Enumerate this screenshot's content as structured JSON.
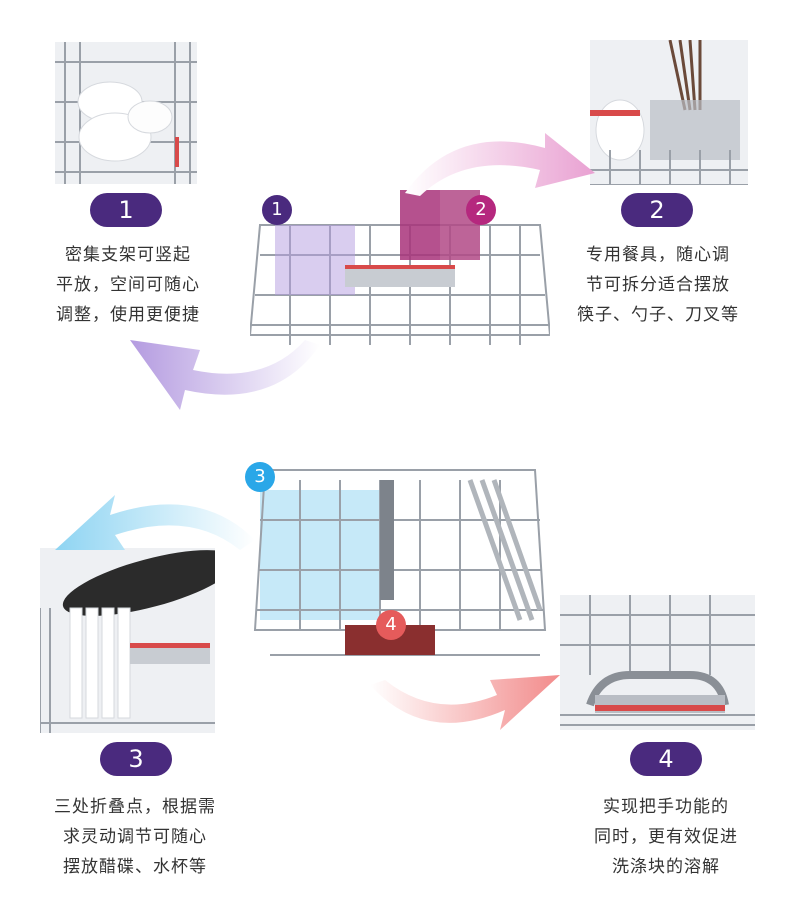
{
  "features": [
    {
      "number": "1",
      "lines": [
        "密集支架可竖起",
        "平放，空间可随心",
        "调整，使用更便捷"
      ]
    },
    {
      "number": "2",
      "lines": [
        "专用餐具，随心调",
        "节可拆分适合摆放",
        "筷子、勺子、刀叉等"
      ]
    },
    {
      "number": "3",
      "lines": [
        "三处折叠点，根据需",
        "求灵动调节可随心",
        "摆放醋碟、水杯等"
      ]
    },
    {
      "number": "4",
      "lines": [
        "实现把手功能的",
        "同时，更有效促进",
        "洗涤块的溶解"
      ]
    }
  ],
  "markers": [
    "1",
    "2",
    "3",
    "4"
  ],
  "colors": {
    "pill": "#4a2a7e",
    "marker1": "#4a2a7e",
    "marker2": "#b5287e",
    "marker3": "#2aa7e8",
    "marker4": "#e55b5b",
    "arrow_pink": "#e9a1d2",
    "arrow_purple": "#b49be0",
    "arrow_blue": "#8ed4f2",
    "arrow_red": "#f28b8b"
  }
}
